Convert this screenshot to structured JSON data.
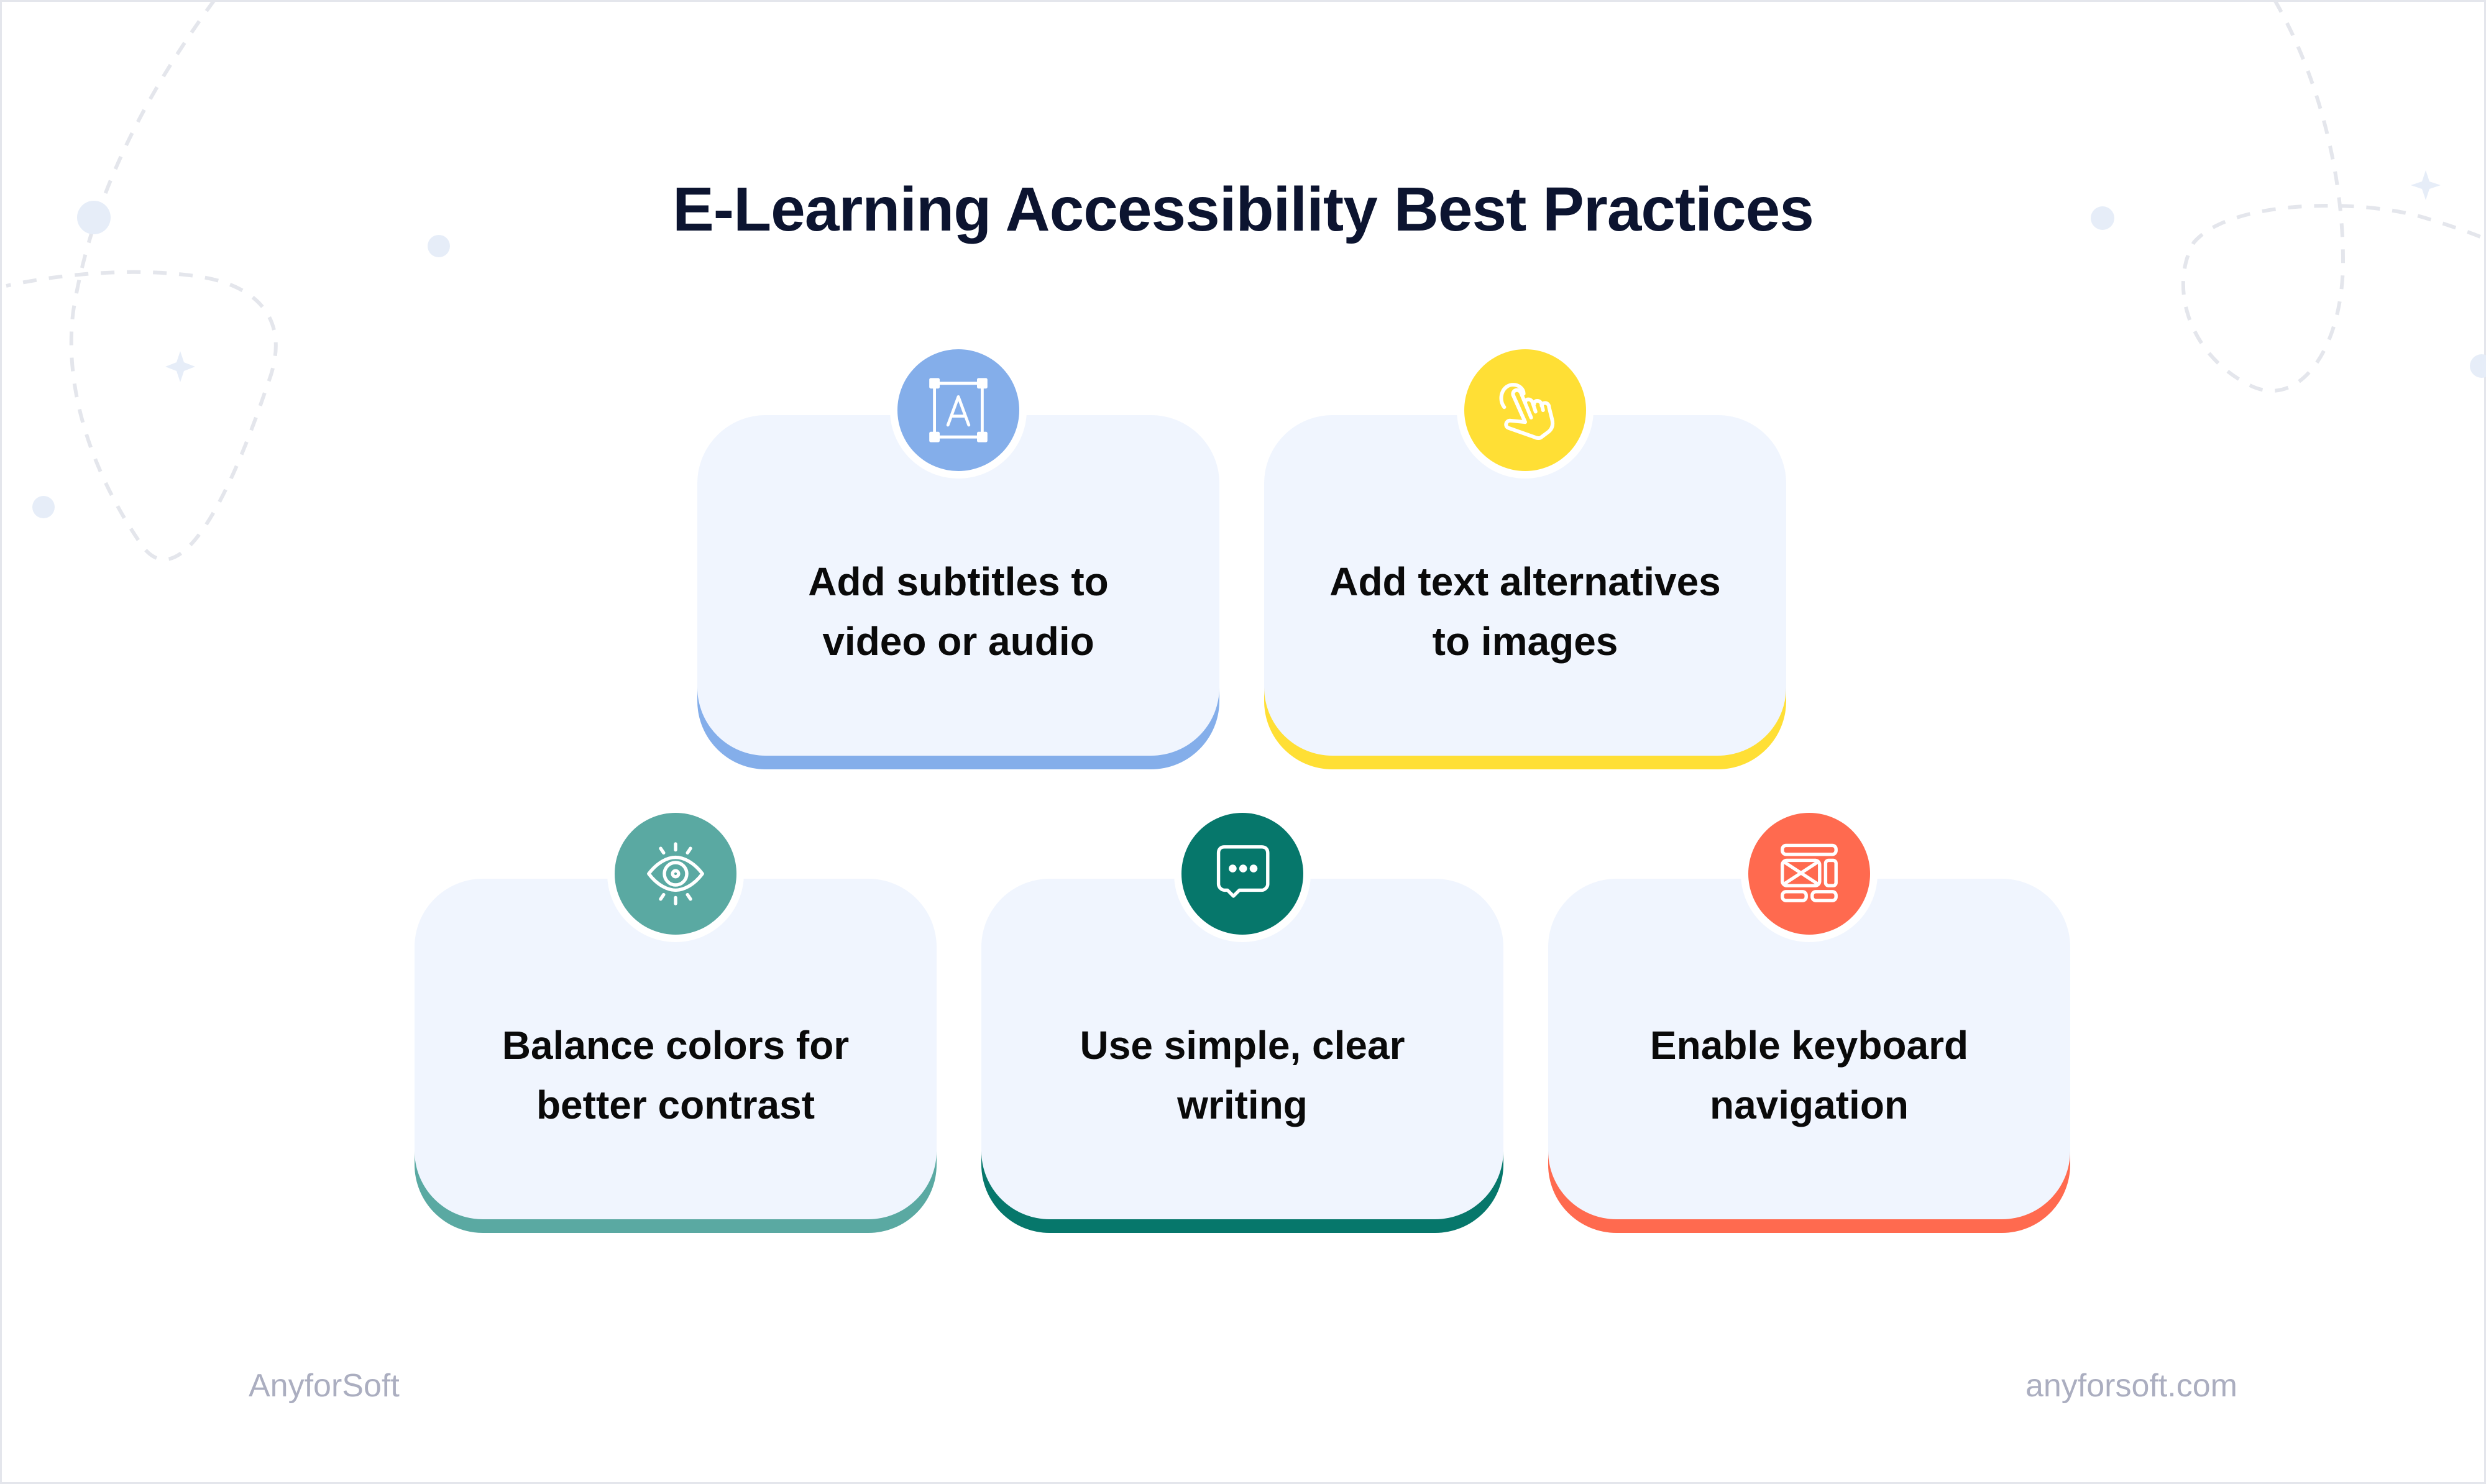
{
  "title": "E-Learning Accessibility Best Practices",
  "cards": [
    {
      "label": "Add subtitles to video or audio",
      "line1": "Add subtitles to",
      "line2": "video or audio",
      "icon": "subtitle-text-icon",
      "color": "#84aeea"
    },
    {
      "label": "Add text alternatives to images",
      "line1": "Add text alternatives",
      "line2": "to images",
      "icon": "tap-hand-icon",
      "color": "#ffdf35"
    },
    {
      "label": "Balance colors for better contrast",
      "line1": "Balance colors for",
      "line2": "better contrast",
      "icon": "eye-icon",
      "color": "#5aa9a2"
    },
    {
      "label": "Use simple, clear writing",
      "line1": "Use simple, clear",
      "line2": "writing",
      "icon": "chat-bubble-icon",
      "color": "#06776b"
    },
    {
      "label": "Enable keyboard navigation",
      "line1": "Enable keyboard",
      "line2": "navigation",
      "icon": "layout-wireframe-icon",
      "color": "#ff6a4f"
    }
  ],
  "colors": {
    "title": "#0c1430",
    "card_background": "#f0f5fe",
    "footer_text": "#abaec0",
    "decoration": "#e6edf8"
  },
  "footer": {
    "brand": "AnyforSoft",
    "website": "anyforsoft.com"
  }
}
